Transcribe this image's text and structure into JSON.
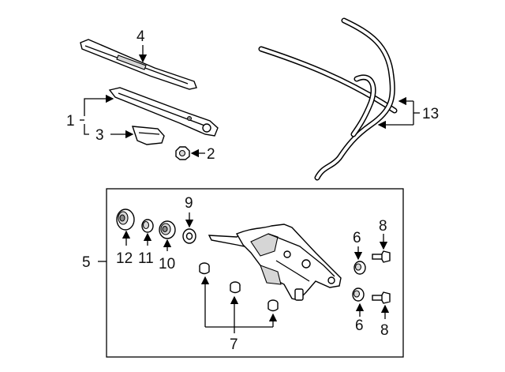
{
  "callouts": {
    "c1": "1",
    "c2": "2",
    "c3": "3",
    "c4": "4",
    "c5": "5",
    "c6a": "6",
    "c6b": "6",
    "c7": "7",
    "c8a": "8",
    "c8b": "8",
    "c9": "9",
    "c10": "10",
    "c11": "11",
    "c12": "12",
    "c13": "13"
  },
  "parts": [
    "wiper-blade",
    "wiper-arm",
    "arm-cap",
    "arm-nut",
    "washer-hose",
    "wiper-motor",
    "grommet",
    "bushing",
    "collar",
    "spacer",
    "nut",
    "bolt",
    "screw"
  ]
}
